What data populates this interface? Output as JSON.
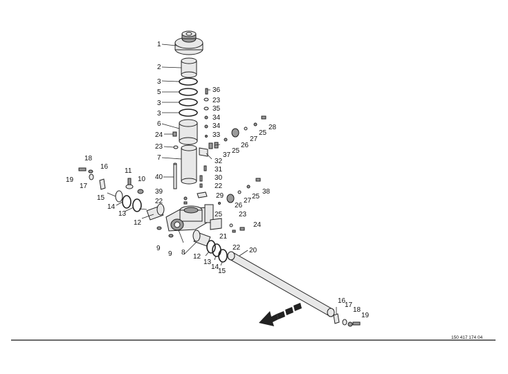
{
  "drawing_number": "150 417 174 04",
  "callouts": [
    {
      "id": "c1",
      "text": "1"
    },
    {
      "id": "c2",
      "text": "2"
    },
    {
      "id": "c3a",
      "text": "3"
    },
    {
      "id": "c5",
      "text": "5"
    },
    {
      "id": "c3b",
      "text": "3"
    },
    {
      "id": "c3c",
      "text": "3"
    },
    {
      "id": "c6",
      "text": "6"
    },
    {
      "id": "c24a",
      "text": "24"
    },
    {
      "id": "c23a",
      "text": "23"
    },
    {
      "id": "c7",
      "text": "7"
    },
    {
      "id": "c36",
      "text": "36"
    },
    {
      "id": "c23b",
      "text": "23"
    },
    {
      "id": "c35",
      "text": "35"
    },
    {
      "id": "c34a",
      "text": "34"
    },
    {
      "id": "c34b",
      "text": "34"
    },
    {
      "id": "c33",
      "text": "33"
    },
    {
      "id": "c28",
      "text": "28"
    },
    {
      "id": "c25a",
      "text": "25"
    },
    {
      "id": "c27a",
      "text": "27"
    },
    {
      "id": "c26a",
      "text": "26"
    },
    {
      "id": "c25b",
      "text": "25"
    },
    {
      "id": "c37",
      "text": "37"
    },
    {
      "id": "c32",
      "text": "32"
    },
    {
      "id": "c31",
      "text": "31"
    },
    {
      "id": "c30",
      "text": "30"
    },
    {
      "id": "c22a",
      "text": "22"
    },
    {
      "id": "c29",
      "text": "29"
    },
    {
      "id": "c38",
      "text": "38"
    },
    {
      "id": "c25c",
      "text": "25"
    },
    {
      "id": "c27b",
      "text": "27"
    },
    {
      "id": "c26b",
      "text": "26"
    },
    {
      "id": "c25d",
      "text": "25"
    },
    {
      "id": "c23c",
      "text": "23"
    },
    {
      "id": "c24b",
      "text": "24"
    },
    {
      "id": "c21",
      "text": "21"
    },
    {
      "id": "c22b",
      "text": "22"
    },
    {
      "id": "c20",
      "text": "20"
    },
    {
      "id": "c18a",
      "text": "18"
    },
    {
      "id": "c16a",
      "text": "16"
    },
    {
      "id": "c19a",
      "text": "19"
    },
    {
      "id": "c17a",
      "text": "17"
    },
    {
      "id": "c11",
      "text": "11"
    },
    {
      "id": "c10",
      "text": "10"
    },
    {
      "id": "c15a",
      "text": "15"
    },
    {
      "id": "c14a",
      "text": "14"
    },
    {
      "id": "c13a",
      "text": "13"
    },
    {
      "id": "c40",
      "text": "40"
    },
    {
      "id": "c39",
      "text": "39"
    },
    {
      "id": "c22c",
      "text": "22"
    },
    {
      "id": "c12a",
      "text": "12"
    },
    {
      "id": "c9a",
      "text": "9"
    },
    {
      "id": "c9b",
      "text": "9"
    },
    {
      "id": "c8",
      "text": "8"
    },
    {
      "id": "c12b",
      "text": "12"
    },
    {
      "id": "c13b",
      "text": "13"
    },
    {
      "id": "c14b",
      "text": "14"
    },
    {
      "id": "c15b",
      "text": "15"
    },
    {
      "id": "c16b",
      "text": "16"
    },
    {
      "id": "c17b",
      "text": "17"
    },
    {
      "id": "c18b",
      "text": "18"
    },
    {
      "id": "c19b",
      "text": "19"
    }
  ],
  "colors": {
    "ink": "#222222",
    "part_fill": "#e8e8e8",
    "shade": "#9a9a9a"
  }
}
